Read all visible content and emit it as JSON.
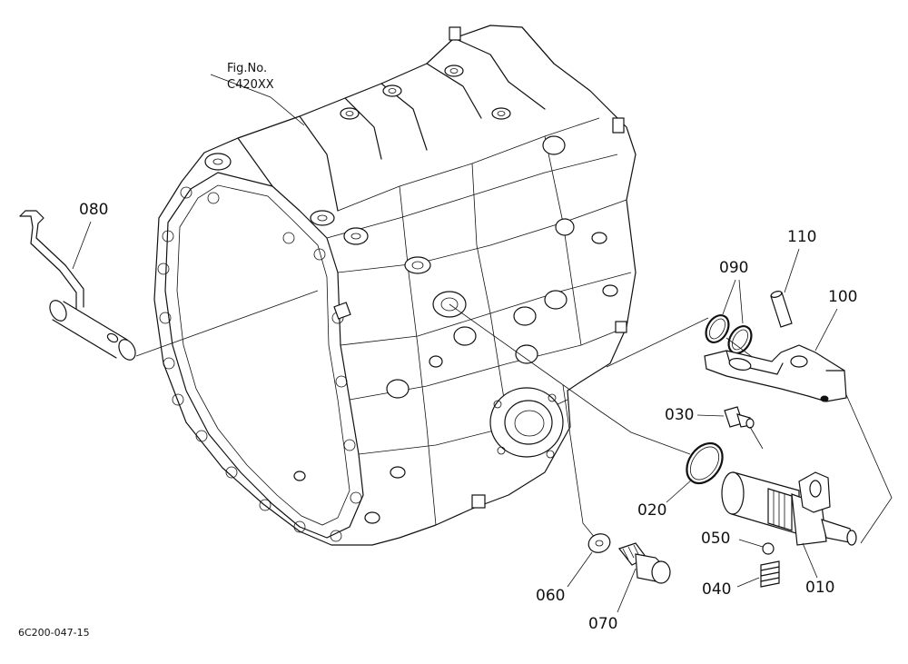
{
  "figure": {
    "ref_line1": "Fig.No.",
    "ref_line2": "C420XX"
  },
  "drawing_code": "6C200-047-15",
  "parts": [
    {
      "key": "p010",
      "label": "010",
      "icon": "piston-cylinder-icon"
    },
    {
      "key": "p020",
      "label": "020",
      "icon": "o-ring-icon"
    },
    {
      "key": "p030",
      "label": "030",
      "icon": "plug-icon"
    },
    {
      "key": "p040",
      "label": "040",
      "icon": "spring-icon"
    },
    {
      "key": "p050",
      "label": "050",
      "icon": "ball-icon"
    },
    {
      "key": "p060",
      "label": "060",
      "icon": "washer-icon"
    },
    {
      "key": "p070",
      "label": "070",
      "icon": "bolt-icon"
    },
    {
      "key": "p080",
      "label": "080",
      "icon": "shift-rod-icon"
    },
    {
      "key": "p090",
      "label": "090",
      "icon": "o-ring-pair-icon"
    },
    {
      "key": "p100",
      "label": "100",
      "icon": "shift-arm-icon"
    },
    {
      "key": "p110",
      "label": "110",
      "icon": "pin-icon"
    }
  ],
  "colors": {
    "line": "#111111",
    "background": "#ffffff"
  }
}
